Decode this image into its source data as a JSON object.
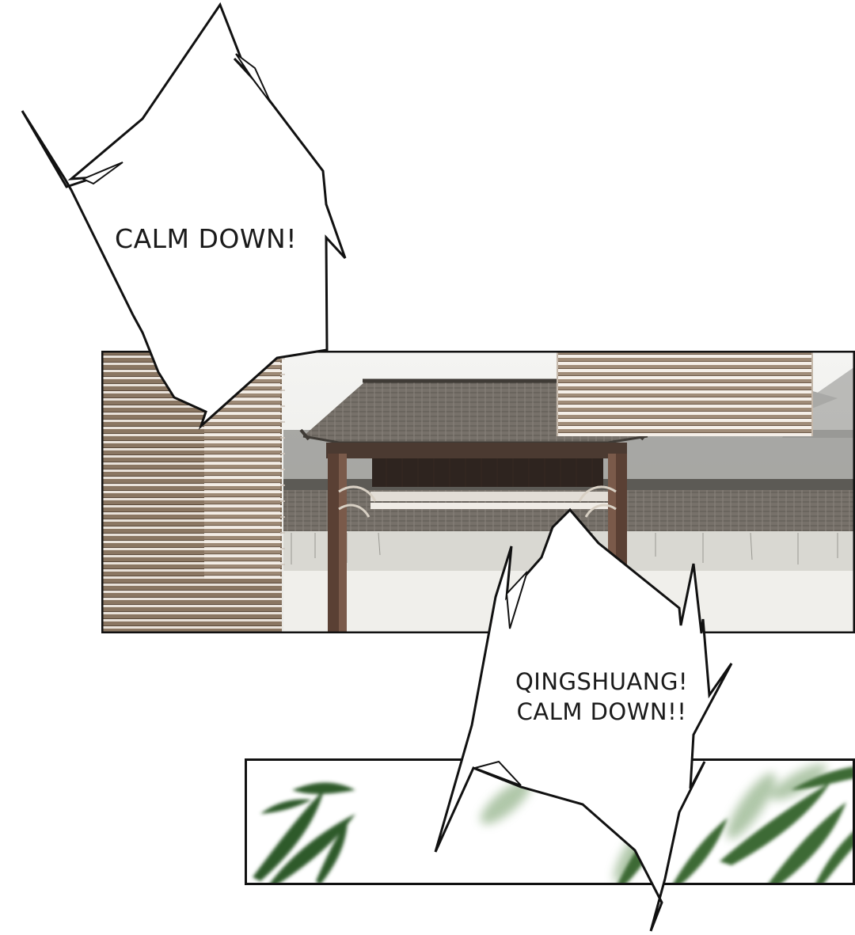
{
  "panels": {
    "courtyard": {
      "scene": "courtyard-gate"
    },
    "bamboo": {
      "scene": "bamboo-leaves"
    }
  },
  "bubbles": {
    "first": {
      "line1": "CALM DOWN!"
    },
    "second": {
      "line1": "QINGSHUANG!",
      "line2": "CALM DOWN!!"
    }
  },
  "colors": {
    "page_background": "#ffffff",
    "panel_border": "#111111",
    "roof_tile": "#6f6a60",
    "wood_pillar": "#5a4034",
    "shutter_brown": "#7d6a57",
    "bamboo_green": "#2f5a2a",
    "bubble_fill": "#ffffff",
    "bubble_stroke": "#111111"
  }
}
